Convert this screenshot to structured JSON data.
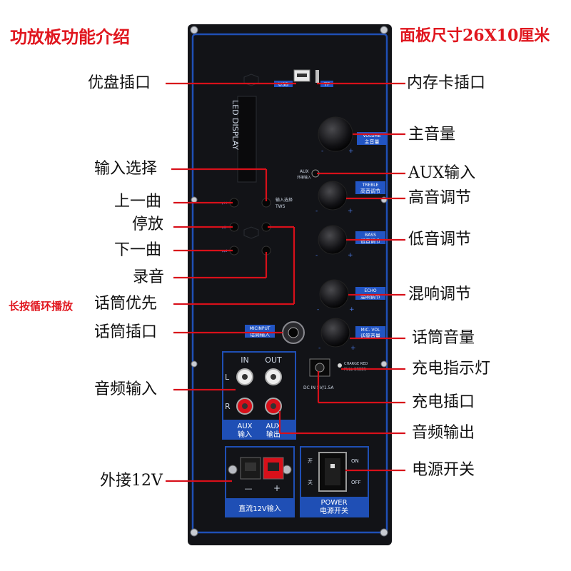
{
  "header": {
    "title": "功放板功能介绍",
    "size": "面板尺寸26X10厘米"
  },
  "colors": {
    "callout": "#d8101a",
    "panel": "#121317",
    "panel_border": "#1f4fb5",
    "tag": "#2255c4"
  },
  "labels": {
    "usb_port": "优盘插口",
    "tf_port": "内存卡插口",
    "main_volume": "主音量",
    "input_select": "输入选择",
    "aux_input": "AUX输入",
    "prev_track": "上一曲",
    "treble": "高音调节",
    "play_pause": "停放",
    "bass": "低音调节",
    "next_track": "下一曲",
    "record": "录音",
    "long_press": "长按循环播放",
    "mic_priority": "话筒优先",
    "echo": "混响调节",
    "mic_jack": "话筒插口",
    "mic_volume": "话筒音量",
    "charge_led": "充电指示灯",
    "audio_in": "音频输入",
    "charge_port": "充电插口",
    "audio_out": "音频输出",
    "ext_12v": "外接12V",
    "power_switch": "电源开关"
  },
  "panel": {
    "usb_tag": "USB",
    "tf_tag": "TF",
    "led_display": "LED DISPLAY",
    "volume_tag_en": "VOLUME",
    "volume_tag_cn": "主音量",
    "aux_small": "AUX",
    "aux_small_cn": "外接输入",
    "treble_tag_en": "TREBLE",
    "treble_tag_cn": "高音调节",
    "bass_tag_en": "BASS",
    "bass_tag_cn": "低音调节",
    "echo_tag_en": "ECHO",
    "echo_tag_cn": "混响调节",
    "micvol_tag_en": "MIC. VOL",
    "micvol_tag_cn": "话筒音量",
    "input_tws_cn": "输入选择",
    "tws": "TWS",
    "mic_input_en": "MICINPUT",
    "mic_input_cn": "话筒输入",
    "charge_red": "CHARGE RED",
    "full_green": "FULL GREEN",
    "dc_in": "DC IN 5V/1.5A",
    "in": "IN",
    "out": "OUT",
    "l": "L",
    "r": "R",
    "aux_in_en": "AUX",
    "aux_in_cn": "输入",
    "aux_out_en": "AUX",
    "aux_out_cn": "输出",
    "minus": "—",
    "plus": "+",
    "dc12_cn": "直流12V输入",
    "sw_open": "开",
    "sw_close": "关",
    "on": "ON",
    "off": "OFF",
    "power_en": "POWER",
    "power_cn": "电源开关",
    "knob_minus": "-",
    "knob_plus": "+"
  }
}
